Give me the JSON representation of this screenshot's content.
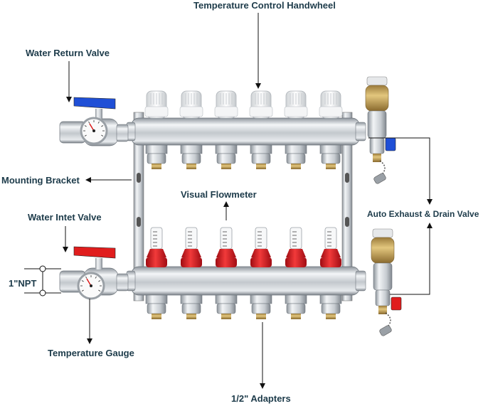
{
  "labels": {
    "handwheel": "Temperature Control Handwheel",
    "return_valve": "Water Return Valve",
    "mounting_bracket": "Mounting Bracket",
    "flowmeter": "Visual  Flowmeter",
    "auto_exhaust": "Auto Exhaust & Drain Valve",
    "inlet_valve": "Water Intet Valve",
    "npt": "1\"NPT",
    "temp_gauge": "Temperature Gauge",
    "adapters": "1/2\" Adapters"
  },
  "colors": {
    "label_text": "#1d3b4a",
    "return_handle": "#1f4fd6",
    "inlet_handle": "#e01d1d",
    "flowmeter_red": "#d9141e",
    "steel": "#c9ced3"
  },
  "counts": {
    "ports": 6
  }
}
